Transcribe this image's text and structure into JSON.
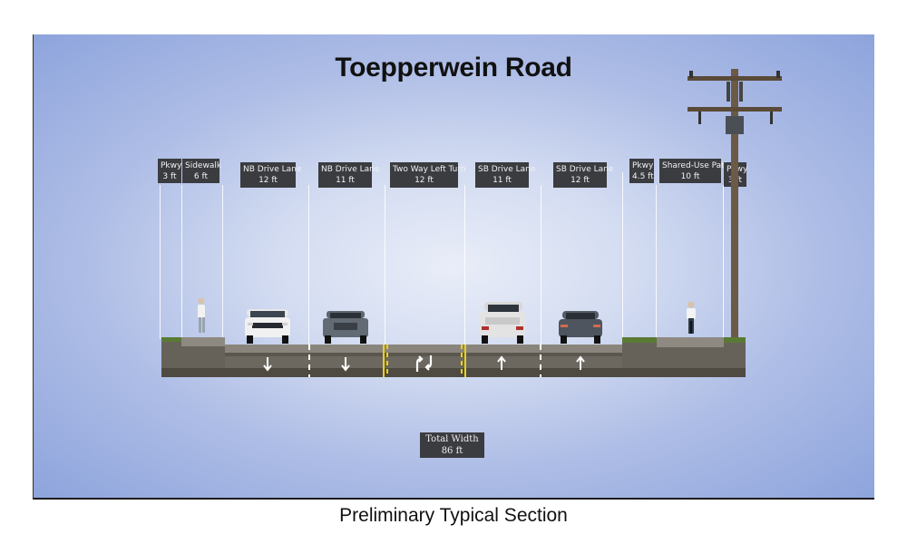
{
  "title": "Toepperwein Road",
  "caption": "Preliminary Typical Section",
  "segments": [
    {
      "name": "Pkwy",
      "width": "3 ft"
    },
    {
      "name": "Sidewalk",
      "width": "6 ft"
    },
    {
      "name": "NB Drive Lane",
      "width": "12 ft"
    },
    {
      "name": "NB Drive Lane",
      "width": "11 ft"
    },
    {
      "name": "Two Way Left Turn",
      "width": "12 ft"
    },
    {
      "name": "SB Drive Lane",
      "width": "11 ft"
    },
    {
      "name": "SB Drive Lane",
      "width": "12 ft"
    },
    {
      "name": "Pkwy",
      "width": "4.5 ft"
    },
    {
      "name": "Shared-Use Path",
      "width": "10 ft"
    },
    {
      "name": "Pkwy",
      "width": "3 ft"
    }
  ],
  "total": {
    "label": "Total Width",
    "value": "86 ft"
  },
  "colors": {
    "road": "#6f6b62",
    "curb": "#8d8a82",
    "soil": "#5c574d",
    "grass": "#5a7a34",
    "median_line": "#e8d21a",
    "lane_line": "#ffffff"
  }
}
